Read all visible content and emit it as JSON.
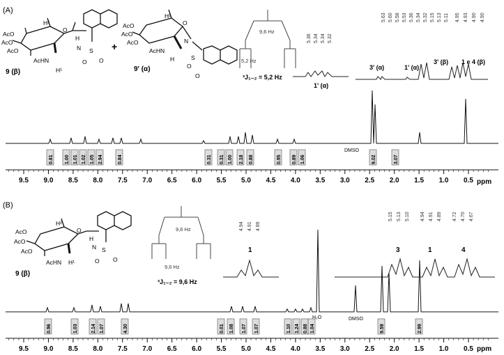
{
  "panels": [
    {
      "label": "(A)",
      "compounds": [
        {
          "number": "9 (β)",
          "substituents": [
            "AcO",
            "AcO",
            "AcO",
            "AcHN",
            "H²",
            "H¹",
            "O",
            "N",
            "H",
            "S",
            "O",
            "O"
          ]
        },
        {
          "plus": "+"
        },
        {
          "number": "9' (α)",
          "substituents": [
            "AcO",
            "AcO",
            "AcO",
            "AcHN",
            "H²",
            "O",
            "N",
            "H",
            "S",
            "O",
            "O"
          ]
        }
      ],
      "coupling_tree": {
        "top_label": "9,6 Hz",
        "bottom_label": "5,2 Hz",
        "caption": "³J₁₋₂ = 5,2 Hz"
      },
      "inset_peaks": [
        {
          "name": "1' (α)",
          "shift_labels": [
            "5.36",
            "5.34",
            "5.34",
            "5.32"
          ]
        },
        {
          "name": "3' (α)",
          "shift_labels": [
            "5.63",
            "5.60",
            "5.58",
            "5.53"
          ]
        },
        {
          "name": "1' (α)",
          "shift_labels": []
        },
        {
          "name": "3' (β)",
          "shift_labels": [
            "5.36",
            "5.34",
            "5.32",
            "5.15",
            "5.13",
            "5.11"
          ]
        },
        {
          "name": "1 e 4 (β)",
          "shift_labels": [
            "4.95",
            "4.93",
            "4.90",
            "4.90"
          ]
        }
      ],
      "solvent_labels": [
        "DMSO"
      ],
      "integrals": [
        "0.81",
        "1.00",
        "1.01",
        "1.02",
        "1.05",
        "2.94",
        "0.84",
        "0.31",
        "0.31",
        "1.00",
        "2.18",
        "0.88",
        "0.95",
        "0.89",
        "1.06",
        "9.02",
        "3.07"
      ],
      "x_ticks": [
        "9.5",
        "9.0",
        "8.5",
        "8.0",
        "7.5",
        "7.0",
        "6.5",
        "6.0",
        "5.5",
        "5.0",
        "4.5",
        "4.0",
        "3.5",
        "3.0",
        "2.5",
        "2.0",
        "1.5",
        "1.0",
        "0.5"
      ],
      "unit": "ppm"
    },
    {
      "label": "(B)",
      "compounds": [
        {
          "number": "9 (β)",
          "substituents": [
            "AcO",
            "AcO",
            "AcO",
            "AcHN",
            "H²",
            "H¹",
            "O",
            "N",
            "H",
            "S",
            "O",
            "O"
          ]
        }
      ],
      "coupling_tree": {
        "top_label": "9,6 Hz",
        "bottom_label": "9,6 Hz",
        "caption": "³J₁₋₂ = 9,6 Hz"
      },
      "inset_peaks": [
        {
          "name": "1",
          "shift_labels": [
            "4.94",
            "4.91",
            "4.89"
          ]
        },
        {
          "name": "3",
          "shift_labels": [
            "5.15",
            "5.13",
            "5.10"
          ]
        },
        {
          "name": "1",
          "shift_labels": [
            "4.94",
            "4.91",
            "4.89"
          ]
        },
        {
          "name": "4",
          "shift_labels": [
            "4.72",
            "4.70",
            "4.67"
          ]
        }
      ],
      "solvent_labels": [
        "H₂O",
        "DMSO"
      ],
      "integrals": [
        "0.96",
        "1.03",
        "2.14",
        "1.07",
        "4.30",
        "0.01",
        "1.08",
        "1.07",
        "1.07",
        "1.10",
        "1.24",
        "0.88",
        "1.04",
        "9.59",
        "2.99"
      ],
      "x_ticks": [
        "9.5",
        "9.0",
        "8.5",
        "8.0",
        "7.5",
        "7.0",
        "6.5",
        "6.0",
        "5.5",
        "5.0",
        "4.5",
        "4.0",
        "3.5",
        "3.0",
        "2.5",
        "2.0",
        "1.5",
        "1.0",
        "0.5"
      ],
      "unit": "ppm"
    }
  ]
}
